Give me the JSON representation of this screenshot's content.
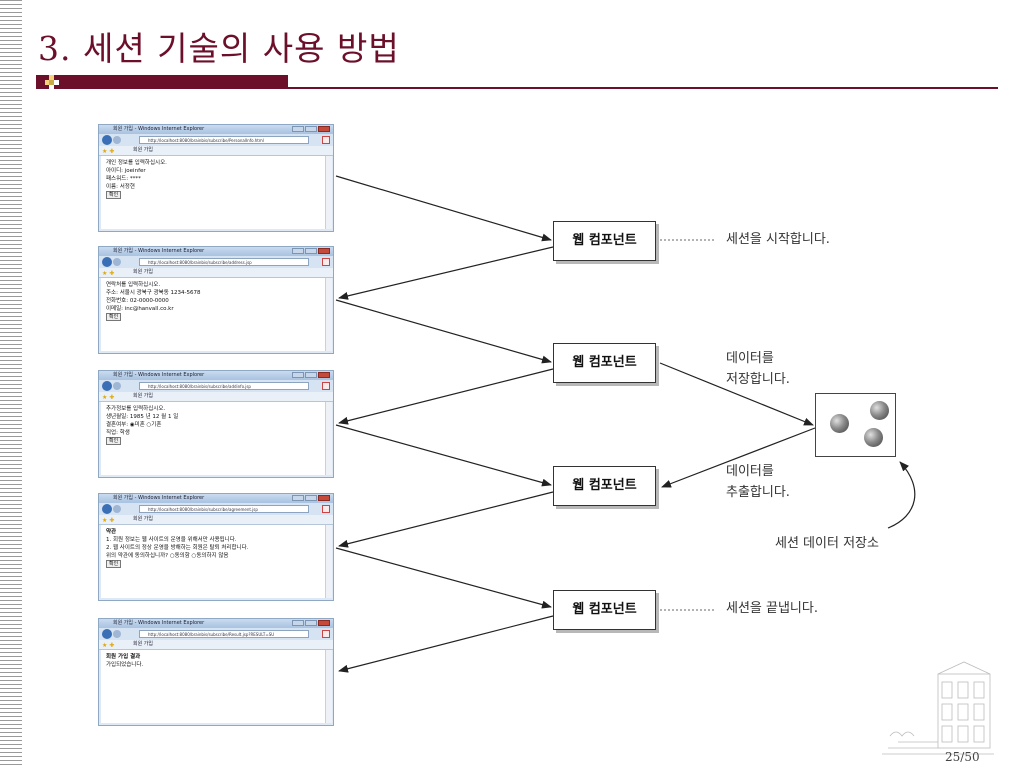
{
  "slide": {
    "title": "3. 세션 기술의 사용 방법",
    "page": "25/50"
  },
  "windows": [
    {
      "title": "회원 가입 - Windows Internet Explorer",
      "url": "http://localhost:8080/brainbis/subscribe/PersonalInfo.html",
      "tab": "회원 가입",
      "lines": [
        "개인 정보를 입력하십시오.",
        "",
        "아이디: joeinfer",
        "패스워드: ****",
        "이름: 서정현"
      ],
      "button": "확인"
    },
    {
      "title": "회원 가입 - Windows Internet Explorer",
      "url": "http://localhost:8080/brainbis/subscribe/address.jsp",
      "tab": "회원 가입",
      "lines": [
        "연락처를 입력하십시오.",
        "",
        "주소: 서울시 광북구 광북동 1234-5678",
        "전화번호: 02-0000-0000",
        "이메일: inc@hanvall.co.kr"
      ],
      "button": "확인"
    },
    {
      "title": "회원 가입 - Windows Internet Explorer",
      "url": "http://localhost:8080/brainbis/subscribe/addinfo.jsp",
      "tab": "회원 가입",
      "lines": [
        "추가정보를 입력하십시오.",
        "",
        "생년월일: 1985 년 12 월 1 일",
        "결혼여부: ◉미혼 ○기혼",
        "직업: 학생"
      ],
      "button": "확인"
    },
    {
      "title": "회원 가입 - Windows Internet Explorer",
      "url": "http://localhost:8080/brainbis/subscribe/agreement.jsp",
      "tab": "회원 가입",
      "lines": [
        "약관",
        "",
        "1. 회원 정보는 웹 사이트의 운영을 위해서만 사용됩니다.",
        "2. 웹 사이트의 정상 운영을 방해하는 회원은 탈퇴 처리합니다.",
        "",
        "위의 약관에 동의하십니까? ○동의함 ○동의하지 않음"
      ],
      "button": "확인"
    },
    {
      "title": "회원 가입 - Windows Internet Explorer",
      "url": "http://localhost:8080/brainbis/subscribe/Result.jsp?RESULT=SU",
      "tab": "회원 가입",
      "lines": [
        "회원 가입 결과",
        "가입되었습니다."
      ],
      "button": ""
    }
  ],
  "components": [
    "웹 컴포넌트",
    "웹 컴포넌트",
    "웹 컴포넌트",
    "웹 컴포넌트"
  ],
  "notes": {
    "start": "세션을 시작합니다.",
    "save_1": "데이터를",
    "save_2": "저장합니다.",
    "extract_1": "데이터를",
    "extract_2": "추출합니다.",
    "storage": "세션 데이터 저장소",
    "end": "세션을 끝냅니다."
  },
  "colors": {
    "accent": "#6b0f2a",
    "window_border": "#8fa8c4"
  }
}
